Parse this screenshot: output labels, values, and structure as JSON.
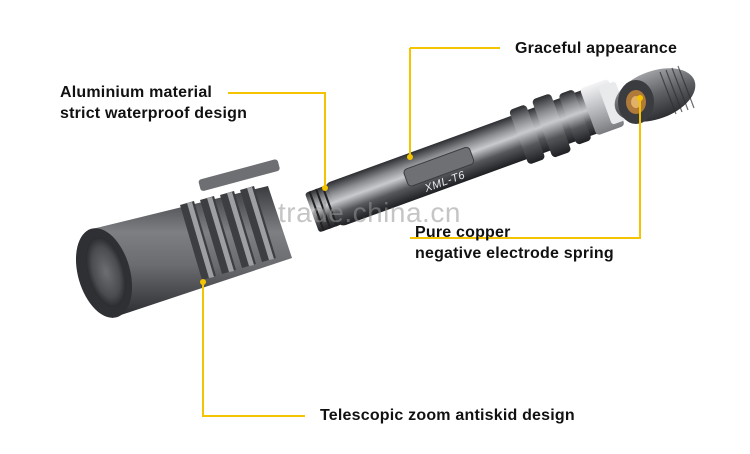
{
  "callouts": {
    "appearance": "Graceful appearance",
    "material_line1": "Aluminium material",
    "material_line2": "strict waterproof design",
    "spring_line1": "Pure copper",
    "spring_line2": "negative electrode spring",
    "zoom": "Telescopic zoom antiskid design"
  },
  "engraving": "XML-T6",
  "watermark": "trade.china.cn",
  "colors": {
    "leader_line": "#f5c400",
    "body_metal": "#5a5c60",
    "highlight": "#d8d9dc"
  }
}
